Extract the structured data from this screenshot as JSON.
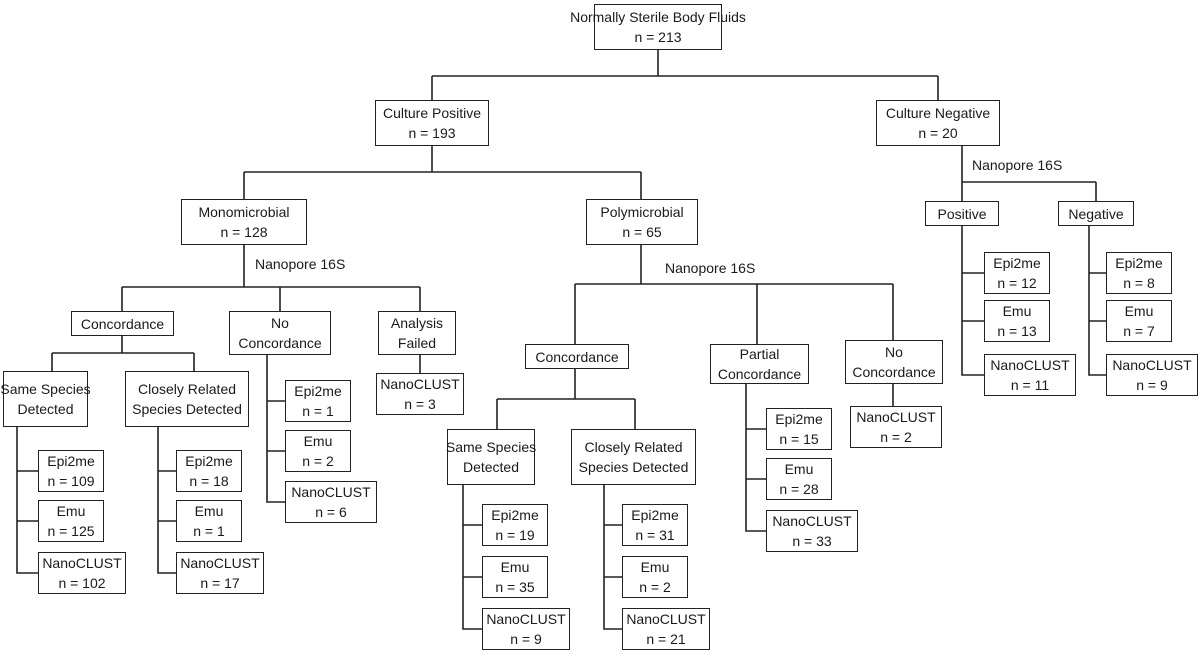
{
  "nodes": {
    "root": [
      "Normally Sterile Body Fluids",
      "n = 213"
    ],
    "culture_pos": [
      "Culture Positive",
      "n = 193"
    ],
    "culture_neg": [
      "Culture Negative",
      "n = 20"
    ],
    "mono": [
      "Monomicrobial",
      "n = 128"
    ],
    "poly": [
      "Polymicrobial",
      "n = 65"
    ],
    "neg_positive": [
      "Positive"
    ],
    "neg_negative": [
      "Negative"
    ],
    "neg_pos_epi": [
      "Epi2me",
      "n = 12"
    ],
    "neg_pos_emu": [
      "Emu",
      "n = 13"
    ],
    "neg_pos_nano": [
      "NanoCLUST",
      "n = 11"
    ],
    "neg_neg_epi": [
      "Epi2me",
      "n = 8"
    ],
    "neg_neg_emu": [
      "Emu",
      "n = 7"
    ],
    "neg_neg_nano": [
      "NanoCLUST",
      "n = 9"
    ],
    "mono_conc": [
      "Concordance"
    ],
    "mono_noconc": [
      "No",
      "Concordance"
    ],
    "mono_failed": [
      "Analysis",
      "Failed"
    ],
    "mono_failed_nano": [
      "NanoCLUST",
      "n = 3"
    ],
    "mono_same": [
      "Same Species",
      "Detected"
    ],
    "mono_close": [
      "Closely Related",
      "Species Detected"
    ],
    "mono_same_epi": [
      "Epi2me",
      "n = 109"
    ],
    "mono_same_emu": [
      "Emu",
      "n = 125"
    ],
    "mono_same_nano": [
      "NanoCLUST",
      "n = 102"
    ],
    "mono_close_epi": [
      "Epi2me",
      "n = 18"
    ],
    "mono_close_emu": [
      "Emu",
      "n = 1"
    ],
    "mono_close_nano": [
      "NanoCLUST",
      "n = 17"
    ],
    "mono_noconc_epi": [
      "Epi2me",
      "n = 1"
    ],
    "mono_noconc_emu": [
      "Emu",
      "n = 2"
    ],
    "mono_noconc_nano": [
      "NanoCLUST",
      "n = 6"
    ],
    "poly_conc": [
      "Concordance"
    ],
    "poly_partial": [
      "Partial",
      "Concordance"
    ],
    "poly_noconc": [
      "No",
      "Concordance"
    ],
    "poly_noconc_nano": [
      "NanoCLUST",
      "n = 2"
    ],
    "poly_same": [
      "Same Species",
      "Detected"
    ],
    "poly_close": [
      "Closely Related",
      "Species Detected"
    ],
    "poly_same_epi": [
      "Epi2me",
      "n = 19"
    ],
    "poly_same_emu": [
      "Emu",
      "n = 35"
    ],
    "poly_same_nano": [
      "NanoCLUST",
      "n = 9"
    ],
    "poly_close_epi": [
      "Epi2me",
      "n = 31"
    ],
    "poly_close_emu": [
      "Emu",
      "n = 2"
    ],
    "poly_close_nano": [
      "NanoCLUST",
      "n = 21"
    ],
    "poly_partial_epi": [
      "Epi2me",
      "n = 15"
    ],
    "poly_partial_emu": [
      "Emu",
      "n = 28"
    ],
    "poly_partial_nano": [
      "NanoCLUST",
      "n = 33"
    ]
  },
  "labels": {
    "neg_nanopore": "Nanopore 16S",
    "mono_nanopore": "Nanopore 16S",
    "poly_nanopore": "Nanopore 16S"
  },
  "colors": {
    "line": "#222222",
    "text": "#1a1a1a",
    "background": "#ffffff"
  }
}
